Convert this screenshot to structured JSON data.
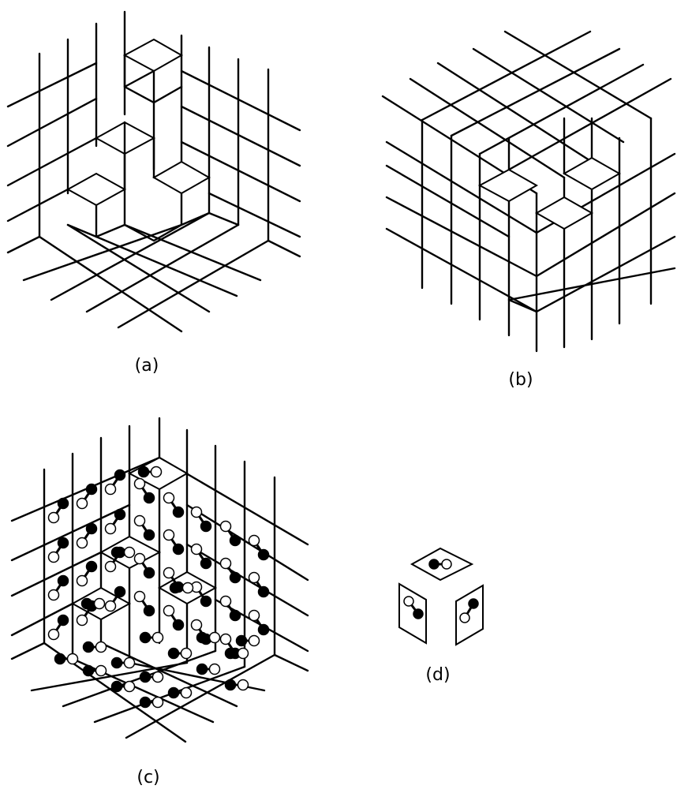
{
  "panels": {
    "a": {
      "label": "(a)"
    },
    "b": {
      "label": "(b)"
    },
    "c": {
      "label": "(c)"
    },
    "d": {
      "label": "(d)"
    }
  },
  "colors": {
    "line": "#000000",
    "background": "#ffffff",
    "filled_atom": "#000000",
    "open_atom": "#ffffff"
  }
}
